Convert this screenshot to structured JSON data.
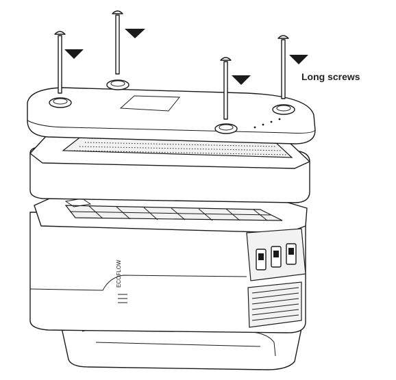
{
  "callout": {
    "text": "Long screws"
  },
  "product": {
    "brand_text": "ECOFLOW"
  },
  "colors": {
    "line": "#1a1a1a",
    "fill": "#ffffff",
    "shade": "#f2f2f2"
  },
  "icons": {
    "arrow": "down-triangle-arrow",
    "screw": "long-screw"
  },
  "screws": {
    "count": 4
  }
}
